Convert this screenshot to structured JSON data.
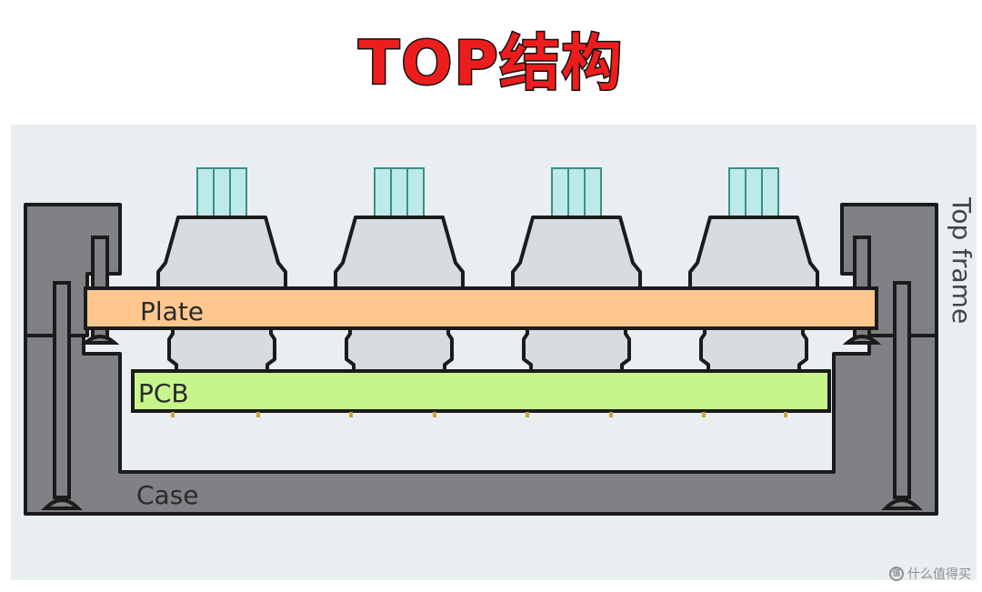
{
  "title": "TOP结构",
  "labels": {
    "plate": "Plate",
    "pcb": "PCB",
    "case": "Case",
    "top_frame": "Top frame"
  },
  "watermark": "值 什么值得买",
  "colors": {
    "panel_bg": "#e9eef1",
    "case_gray": "#7f8184",
    "plate_orange": "#ffc78e",
    "pcb_green": "#c7f58b",
    "switch_gray": "#d6dcdf",
    "stem_cyan": "#bde9e8",
    "outline": "#1b1b1b",
    "title_red": "#ee1d1d"
  },
  "switch_count": 4
}
